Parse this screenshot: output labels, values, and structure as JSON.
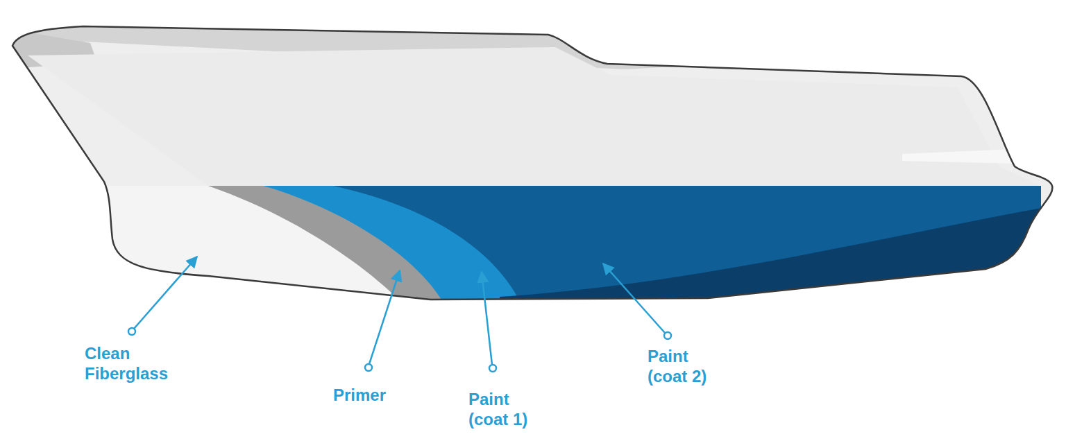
{
  "diagram": {
    "labels": [
      "Clean Fiberglass",
      "Primer",
      "Paint (coat 1)",
      "Paint (coat 2)"
    ]
  }
}
